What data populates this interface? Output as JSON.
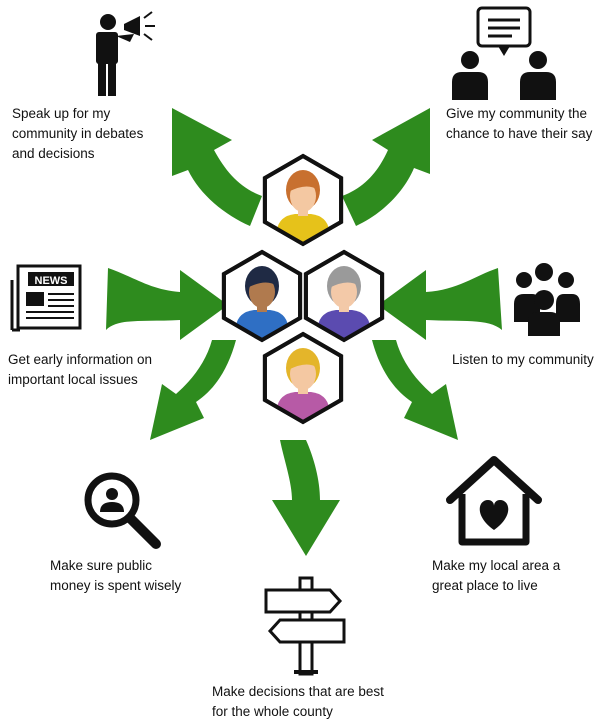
{
  "colors": {
    "arrow": "#2e8b1e",
    "hex_stroke": "#111111",
    "icon": "#111111"
  },
  "center_people": [
    {
      "position": "top",
      "skin": "#f4c8a2",
      "hair": "#c8702f",
      "shirt": "#e6c21a"
    },
    {
      "position": "left",
      "skin": "#b07a4e",
      "hair": "#1f2a44",
      "shirt": "#2f6fc4"
    },
    {
      "position": "right",
      "skin": "#f3c9a8",
      "hair": "#9a9a9a",
      "shirt": "#5b4bb0"
    },
    {
      "position": "bottom",
      "skin": "#f4c8a2",
      "hair": "#e4b52a",
      "shirt": "#b75aa6"
    }
  ],
  "items": {
    "speak_up": {
      "icon": "megaphone-person-icon",
      "lines": [
        "Speak up for my",
        "community in debates",
        "and decisions"
      ]
    },
    "give_chance": {
      "icon": "speech-bubble-people-icon",
      "lines": [
        "Give my community the",
        "chance to have their say"
      ]
    },
    "early_info": {
      "icon": "newspaper-icon",
      "news_label": "NEWS",
      "lines": [
        "Get early information on",
        "important local issues"
      ]
    },
    "listen": {
      "icon": "crowd-icon",
      "lines": [
        "Listen to my community"
      ]
    },
    "public_money": {
      "icon": "magnifier-person-icon",
      "lines": [
        "Make sure public",
        "money is spent wisely"
      ]
    },
    "decisions": {
      "icon": "signpost-icon",
      "lines": [
        "Make decisions that are best",
        "for the whole county"
      ]
    },
    "local_area": {
      "icon": "house-heart-icon",
      "lines": [
        "Make my local area a",
        "great place to live"
      ]
    }
  }
}
